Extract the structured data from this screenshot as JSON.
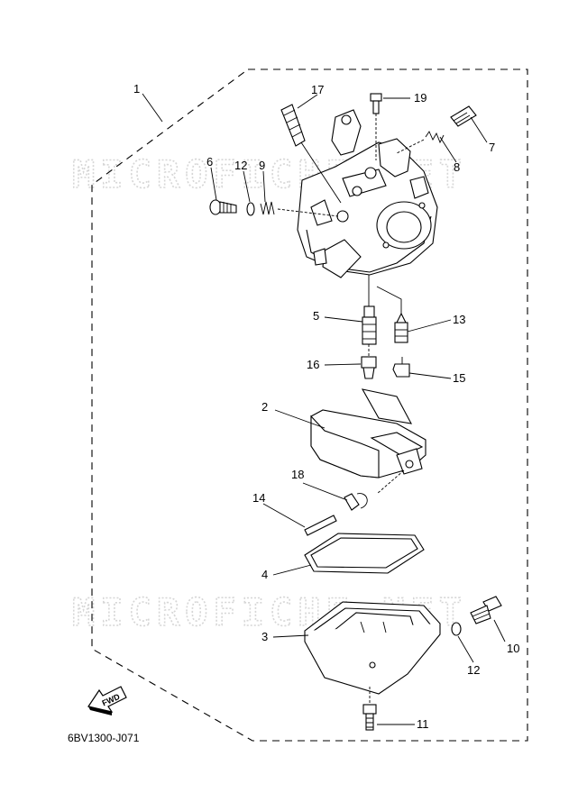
{
  "watermark": {
    "text": "MICROFICHE.NET"
  },
  "diagram_code": "6BV1300-J071",
  "fwd_label": "FWD",
  "callouts": [
    "1",
    "2",
    "3",
    "4",
    "5",
    "6",
    "7",
    "8",
    "9",
    "10",
    "11",
    "12",
    "12",
    "13",
    "14",
    "15",
    "16",
    "17",
    "18",
    "19"
  ]
}
